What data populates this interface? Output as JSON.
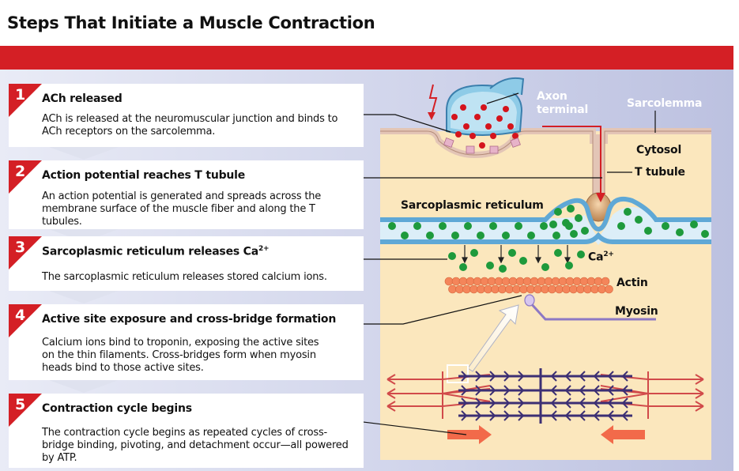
{
  "title": "Steps That Initiate a Muscle Contraction",
  "steps": [
    {
      "num": "1",
      "heading": "ACh released",
      "body": "ACh is released at the neuromuscular junction and binds to ACh receptors on the sarcolemma."
    },
    {
      "num": "2",
      "heading": "Action potential reaches T tubule",
      "body": "An action potential is generated and spreads across the membrane surface of the muscle fiber and along the T tubules."
    },
    {
      "num": "3",
      "heading": "Sarcoplasmic reticulum releases Ca",
      "heading_sup": "2+",
      "body": "The sarcoplasmic reticulum releases stored calcium ions."
    },
    {
      "num": "4",
      "heading": "Active site exposure and cross-bridge formation",
      "body": "Calcium ions bind to troponin, exposing the active sites on the thin filaments. Cross-bridges form when myosin heads bind to those active sites."
    },
    {
      "num": "5",
      "heading": "Contraction cycle begins",
      "body": "The contraction cycle begins as repeated cycles of cross-bridge binding, pivoting, and detachment occur—all powered by ATP."
    }
  ],
  "labels": {
    "axon_line1": "Axon",
    "axon_line2": "terminal",
    "sarcolemma": "Sarcolemma",
    "cytosol": "Cytosol",
    "t_tubule": "T tubule",
    "sarcoplasmic_reticulum": "Sarcoplasmic reticulum",
    "calcium": "Ca",
    "calcium_sup": "2+",
    "actin": "Actin",
    "myosin": "Myosin"
  },
  "colors": {
    "accent_red": "#d41f25",
    "background_blue": "#cfd3ea",
    "cytosol": "#fbe7bd",
    "calcium_green": "#1e9a3c",
    "ach_red": "#d4141c",
    "actin_orange": "#f4855a",
    "myosin_purple": "#8d78c4"
  }
}
